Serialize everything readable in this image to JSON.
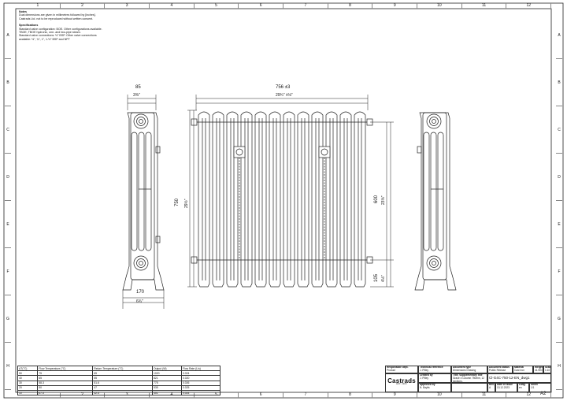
{
  "grid": {
    "columns": [
      "1",
      "2",
      "3",
      "4",
      "5",
      "6",
      "7",
      "8",
      "9",
      "10",
      "11",
      "12"
    ],
    "rows": [
      "A",
      "B",
      "C",
      "D",
      "E",
      "F",
      "G",
      "H"
    ]
  },
  "notes": {
    "heading": "Notes",
    "lines": [
      "Dual dimensions are given in millimetres followed by [inches].",
      "Castrads Ltd. not to be reproduced without written consent."
    ],
    "spec_heading": "Specifications",
    "spec_lines": [
      "Standard valve configuration: BOE. Other configurations available.",
      "TBOE, TBOE hydronic, one- and two-pipe steam.",
      "Standard valve connections: ½\" BSP. Other valve connections",
      "available: ½\", ¾\", 1\", 1-½\" BSP and NPT"
    ]
  },
  "dimensions": {
    "side_depth_mm": "85",
    "side_depth_in": "3⅜\"",
    "front_width_mm": "756 ±3",
    "front_width_in": "29¾\" ±⅛\"",
    "height_mm": "750",
    "height_in": "29½\"",
    "centres_mm": "600",
    "centres_in": "23⅝\"",
    "leg_mm": "105",
    "leg_in": "4⅛\"",
    "foot_depth_mm": "170",
    "foot_depth_in": "6¾\""
  },
  "flow_table": {
    "headers": [
      "ΔT(°C)",
      "Flow Temperature (°C)",
      "Return Temperature (°C)",
      "Output (W)",
      "Flow Rate (L/s)"
    ],
    "rows": [
      [
        "50",
        "75",
        "65",
        "1020",
        "0.024"
      ],
      [
        "40",
        "65",
        "55",
        "821",
        "0.020"
      ],
      [
        "30",
        "58.3",
        "51.6",
        "775",
        "0.026"
      ],
      [
        "20",
        "50",
        "47",
        "535",
        "0.025"
      ],
      [
        "10",
        "47.5",
        "42.5",
        "401",
        "0.024"
      ]
    ]
  },
  "title_block": {
    "responsible_dept_label": "Responsible dept.",
    "responsible_dept": "Product",
    "technical_ref_label": "Technical reference",
    "technical_ref": "J. Pilley",
    "created_by_label": "Created by",
    "created_by": "J. Pilley",
    "approved_by_label": "Approved by",
    "approved_by": "N. Baylis",
    "doc_type_label": "Document type",
    "doc_type": "Dimensions Drawing",
    "doc_status_label": "Document status",
    "doc_status": "Public Release",
    "material_label": "Material",
    "material": "Cast Iron",
    "weight_label": "Weight",
    "weight": "41.9KG",
    "scale_label": "Scale",
    "scale": "1:10",
    "title_label": "Title, supplementary title",
    "title": "Grace 4 Column 750mm, 12 sections.",
    "doc_number": "Cl-G4C-750-12-EN_dwg1",
    "rev_label": "Rev.",
    "rev": "A",
    "date_label": "Date of issue",
    "date": "13.12.2023",
    "lang_label": "Lang.",
    "lang": "en",
    "sheet_label": "Sheet",
    "sheet": "1/1",
    "logo": "Castrads",
    "logo_sub": "EST. 2003",
    "paper_size": "A2"
  }
}
